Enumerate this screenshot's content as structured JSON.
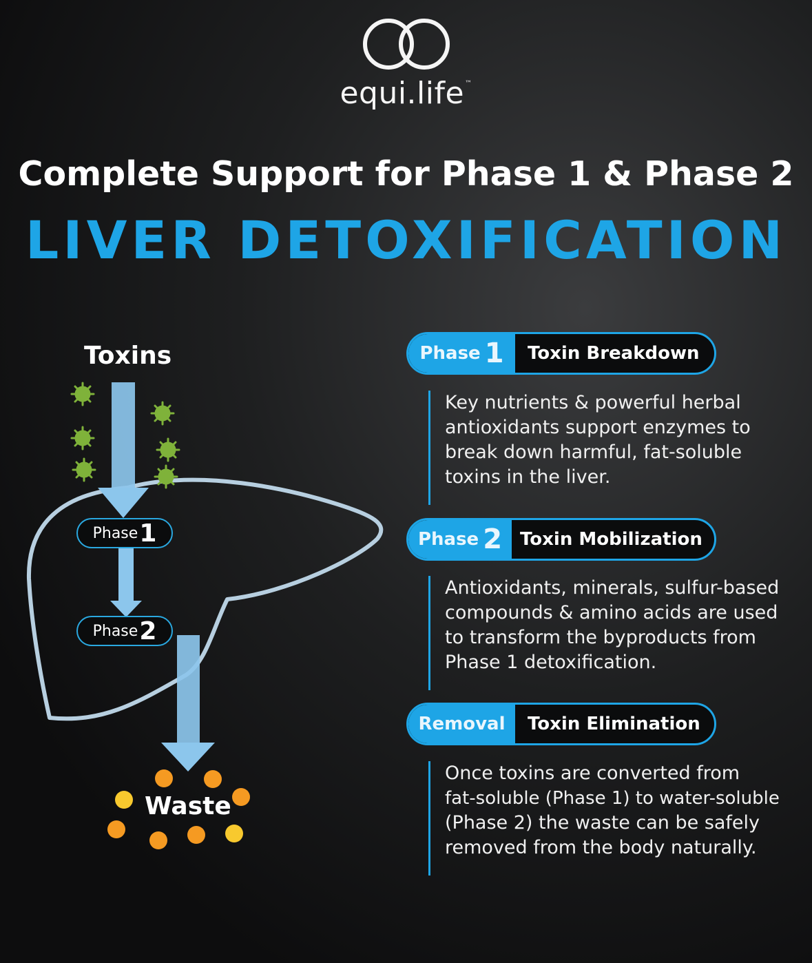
{
  "brand": {
    "name": "equi.life",
    "trademark": "™"
  },
  "header": {
    "subtitle": "Complete Support for Phase 1 & Phase 2",
    "title": "LIVER DETOXIFICATION"
  },
  "diagram": {
    "toxins_label": "Toxins",
    "phase1": {
      "word": "Phase",
      "number": "1"
    },
    "phase2": {
      "word": "Phase",
      "number": "2"
    },
    "waste_label": "Waste"
  },
  "steps": [
    {
      "badge_word": "Phase",
      "badge_number": "1",
      "title": "Toxin Breakdown",
      "lines": [
        "Key nutrients & powerful herbal",
        "antioxidants support enzymes to",
        "break down harmful, fat-soluble",
        "toxins in the liver."
      ]
    },
    {
      "badge_word": "Phase",
      "badge_number": "2",
      "title": "Toxin Mobilization",
      "lines": [
        "Antioxidants, minerals, sulfur-based",
        "compounds & amino acids are used",
        "to transform the byproducts from",
        "Phase 1 detoxification."
      ]
    },
    {
      "badge_word": "Removal",
      "badge_number": "",
      "title": "Toxin Elimination",
      "lines": [
        "Once toxins are converted from",
        "fat-soluble (Phase 1) to water-soluble",
        "(Phase 2) the waste can be safely",
        "removed from the body naturally."
      ]
    }
  ],
  "colors": {
    "accent_blue": "#1ea5e6",
    "arrow_blue": "#8cc6ec",
    "liver_outline": "#b7cfe0",
    "toxin_green": "#7fb23a",
    "waste_orange": "#f59a22",
    "waste_yellow": "#f8c92e",
    "background": "#161718"
  },
  "icons": [
    "interlocking-rings-logo-icon",
    "virus-icon",
    "arrow-down-icon",
    "liver-outline-icon",
    "waste-dot-icon"
  ]
}
